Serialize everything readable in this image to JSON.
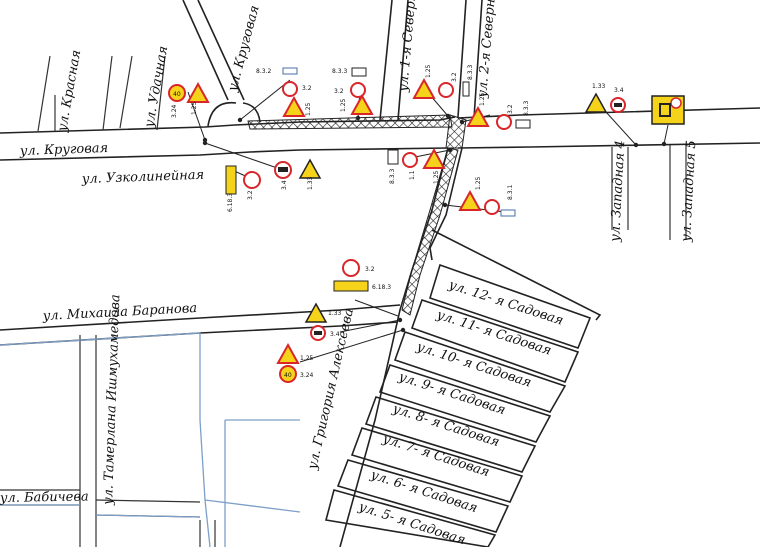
{
  "streets": {
    "krasnaya": "ул. Красная",
    "udachnaya": "ул. Удачная",
    "krugovaya_vert": "ул. Круговая",
    "krugovaya_horiz": "ул. Круговая",
    "uzkolineynaya": "ул. Узколинейная",
    "severnaya1": "ул. 1-я Северная",
    "severnaya2": "ул. 2-я Северная",
    "zapadnaya4": "ул. Западная 4",
    "zapadnaya5": "ул. Западная 5",
    "baranova": "ул. Михаила Баранова",
    "imamova": "ул. Тамерлана Ишмухамедова",
    "babicheva": "ул. Бабичева",
    "alekseeva": "ул. Григория Алексеева",
    "sadovaya12": "ул. 12- я Садовая",
    "sadovaya11": "ул. 11- я Садовая",
    "sadovaya10": "ул. 10- я Садовая",
    "sadovaya9": "ул. 9- я Садовая",
    "sadovaya8": "ул. 8- я Садовая",
    "sadovaya7": "ул. 7- я Садовая",
    "sadovaya6": "ул. 6- я Садовая",
    "sadovaya5": "ул. 5- я Садовая"
  },
  "sign_codes": {
    "s_a_1": "3.24",
    "s_a_2": "1.25",
    "s_b_1": "8.3.2",
    "s_b_2": "3.2",
    "s_b_3": "1.25",
    "s_c_1": "8.3.3",
    "s_c_2": "3.2",
    "s_c_3": "1.25",
    "s_d_1": "1.25",
    "s_d_2": "3.2",
    "s_d_3": "8.3.3",
    "s_e_1": "1.25",
    "s_e_2": "3.2",
    "s_e_3": "8.3.3",
    "s_f_1": "6.18.3",
    "s_f_2": "3.2",
    "s_g_1": "3.4",
    "s_g_2": "1.33",
    "s_h_1": "8.3.3",
    "s_h_2": "1.1",
    "s_h_3": "1.25",
    "s_i_1": "1.25",
    "s_i_2": "8.3.1",
    "s_j_1": "1.33",
    "s_j_2": "3.4",
    "s_k_1": "3.2",
    "s_k_2": "6.18.3",
    "s_l_1": "1.33",
    "s_l_2": "3.4",
    "s_l_3": "1.25",
    "s_l_4": "3.24"
  },
  "speed_limit": "40",
  "colors": {
    "sign_red": "#d8262b",
    "sign_yellow": "#f5d31a",
    "road_line": "#222222",
    "side_street": "#7d9fc8"
  }
}
